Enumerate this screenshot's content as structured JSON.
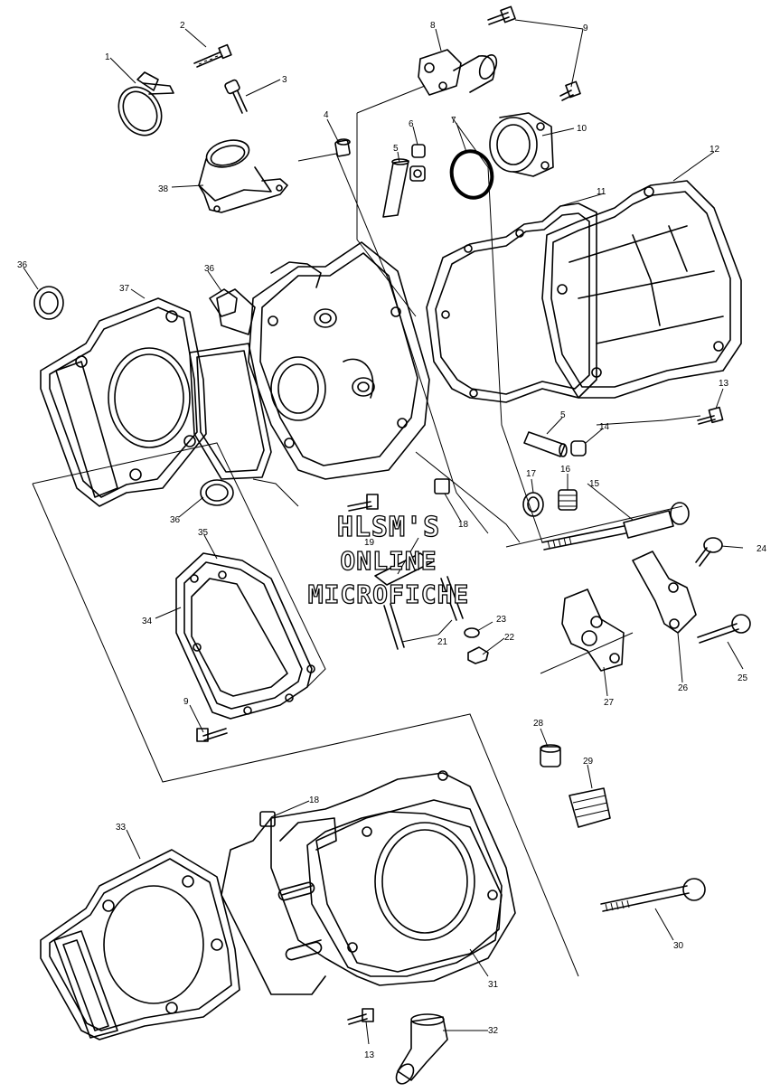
{
  "watermark": {
    "line1": "HLSM'S",
    "line2": "ONLINE",
    "line3": "MICROFICHE"
  },
  "callouts": [
    {
      "id": "1",
      "text": "1"
    },
    {
      "id": "2",
      "text": "2"
    },
    {
      "id": "3",
      "text": "3"
    },
    {
      "id": "4",
      "text": "4"
    },
    {
      "id": "5a",
      "text": "5"
    },
    {
      "id": "5b",
      "text": "5"
    },
    {
      "id": "6",
      "text": "6"
    },
    {
      "id": "7",
      "text": "7"
    },
    {
      "id": "8",
      "text": "8"
    },
    {
      "id": "9a",
      "text": "9"
    },
    {
      "id": "9b",
      "text": "9"
    },
    {
      "id": "10",
      "text": "10"
    },
    {
      "id": "11",
      "text": "11"
    },
    {
      "id": "12",
      "text": "12"
    },
    {
      "id": "13a",
      "text": "13"
    },
    {
      "id": "13b",
      "text": "13"
    },
    {
      "id": "14",
      "text": "14"
    },
    {
      "id": "15",
      "text": "15"
    },
    {
      "id": "16",
      "text": "16"
    },
    {
      "id": "17",
      "text": "17"
    },
    {
      "id": "18a",
      "text": "18"
    },
    {
      "id": "18b",
      "text": "18"
    },
    {
      "id": "19",
      "text": "19"
    },
    {
      "id": "21",
      "text": "21"
    },
    {
      "id": "22",
      "text": "22"
    },
    {
      "id": "23",
      "text": "23"
    },
    {
      "id": "24",
      "text": "24"
    },
    {
      "id": "25",
      "text": "25"
    },
    {
      "id": "26",
      "text": "26"
    },
    {
      "id": "27",
      "text": "27"
    },
    {
      "id": "28",
      "text": "28"
    },
    {
      "id": "29",
      "text": "29"
    },
    {
      "id": "30",
      "text": "30"
    },
    {
      "id": "31",
      "text": "31"
    },
    {
      "id": "32",
      "text": "32"
    },
    {
      "id": "33",
      "text": "33"
    },
    {
      "id": "34",
      "text": "34"
    },
    {
      "id": "35",
      "text": "35"
    },
    {
      "id": "36a",
      "text": "36"
    },
    {
      "id": "36b",
      "text": "36"
    },
    {
      "id": "36c",
      "text": "36"
    },
    {
      "id": "37",
      "text": "37"
    },
    {
      "id": "38",
      "text": "38"
    }
  ]
}
